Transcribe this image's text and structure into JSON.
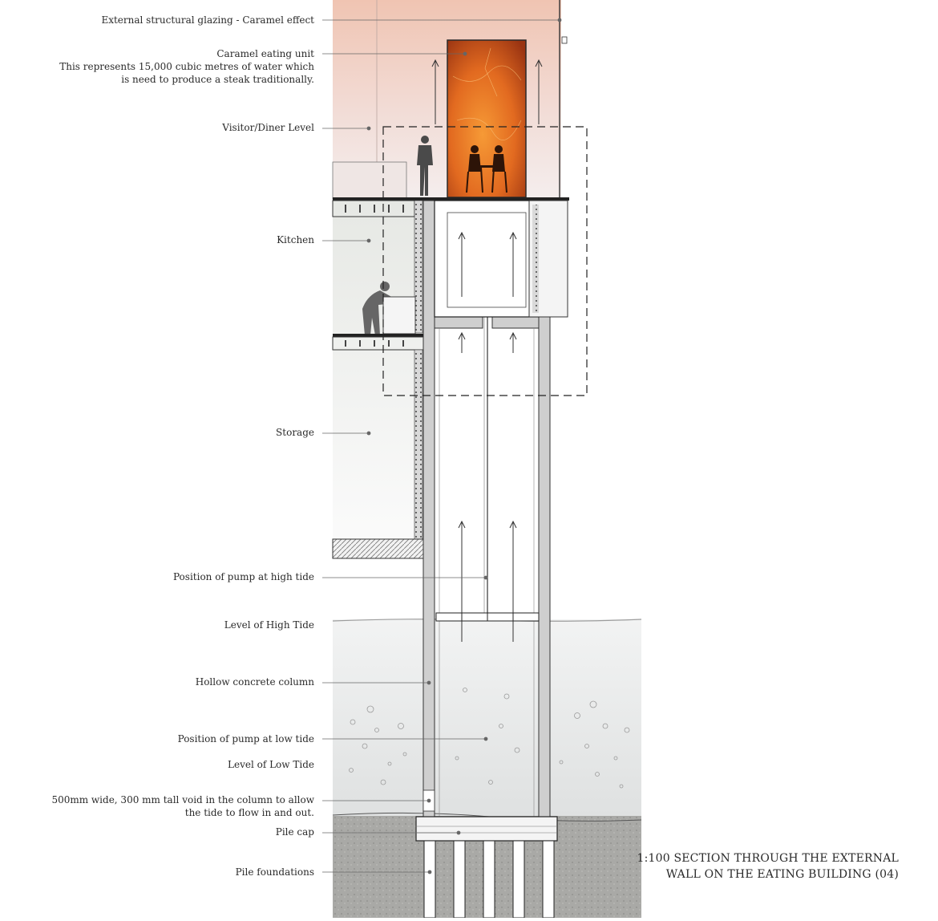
{
  "labels": {
    "external_glazing": "External structural glazing - Caramel effect",
    "caramel_unit_title": "Caramel eating unit",
    "caramel_unit_desc": "This represents 15,000 cubic metres of water which is need to produce a steak traditionally.",
    "visitor_level": "Visitor/Diner Level",
    "kitchen": "Kitchen",
    "storage": "Storage",
    "pump_high": "Position of pump at high tide",
    "high_tide": "Level of High Tide",
    "hollow_column": "Hollow concrete column",
    "pump_low": "Position of pump at low tide",
    "low_tide": "Level of Low Tide",
    "void_note": "500mm wide, 300 mm tall void  in the column to allow the tide to flow in and out.",
    "pile_cap": "Pile cap",
    "pile_foundations": "Pile foundations"
  },
  "title": {
    "line1": "1:100 SECTION THROUGH THE EXTERNAL",
    "line2": "WALL ON THE EATING BUILDING (04)"
  },
  "colors": {
    "sky_top": "#f2c8b8",
    "sky_bottom": "#f3ecec",
    "caramel_light": "#f08a2a",
    "caramel_dark": "#a83810",
    "water": "#e6e8e8",
    "ground": "#b8b8b4",
    "concrete": "#cfcfcf",
    "leader": "#555555"
  }
}
